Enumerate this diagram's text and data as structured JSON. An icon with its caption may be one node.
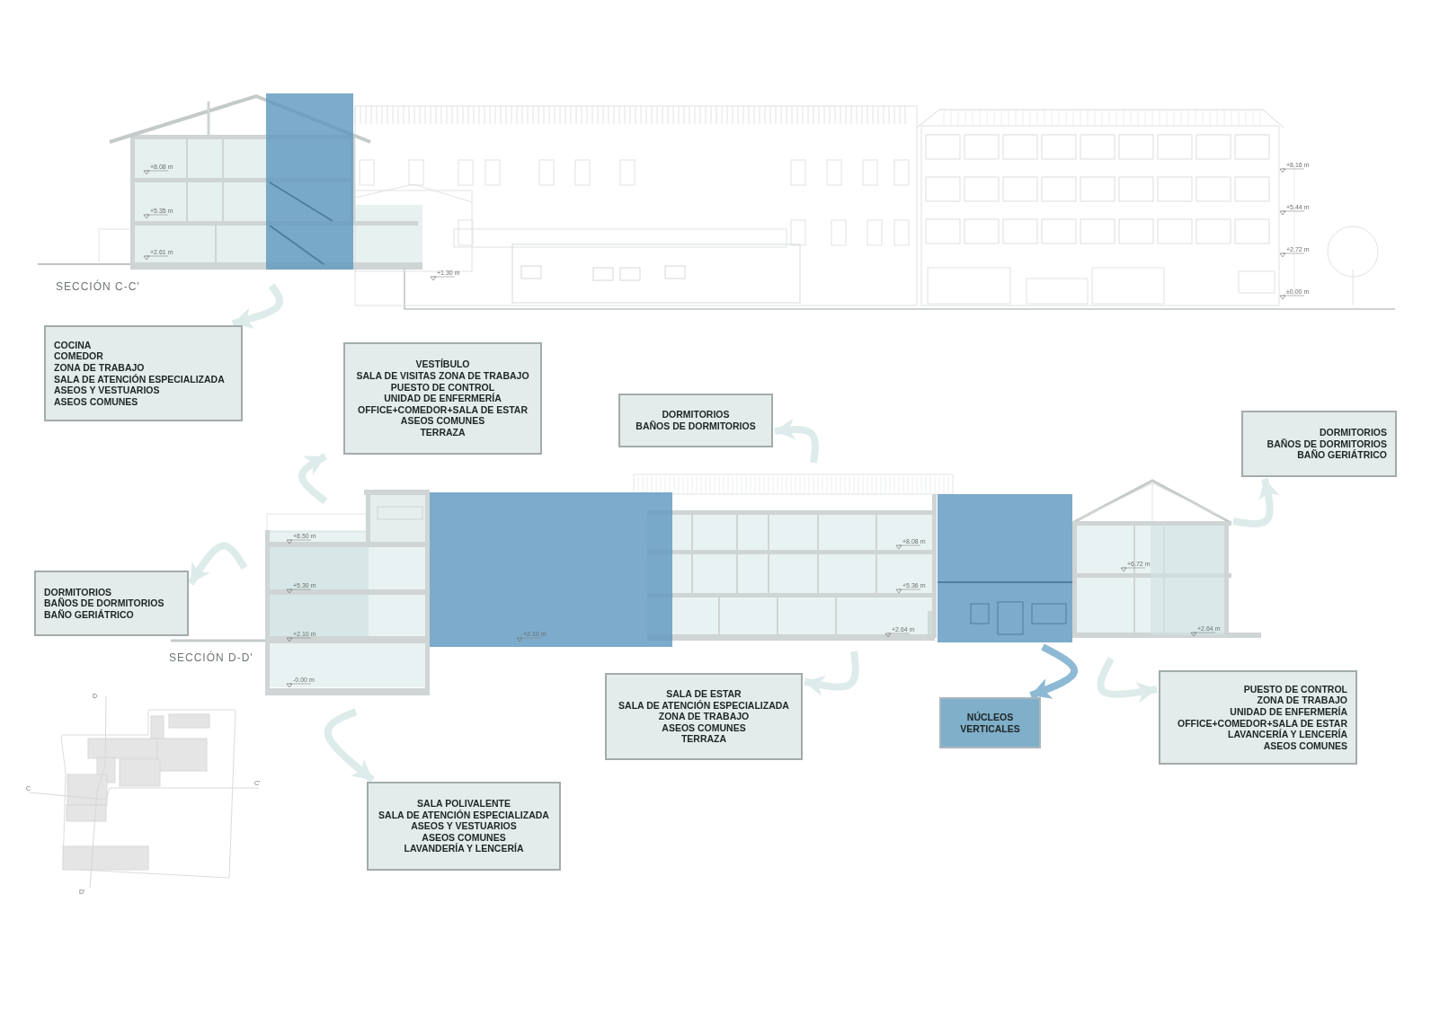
{
  "diagram": {
    "nodes": [
      {
        "text": [
          "COCINA",
          "COMEDOR",
          "ZONA DE TRABAJO",
          "SALA DE ATENCIÓN ESPECIALIZADA",
          "ASEOS Y VESTUARIOS",
          "ASEOS COMUNES"
        ]
      },
      {
        "text": [
          "VESTÍBULO",
          "SALA DE VISITAS ZONA DE TRABAJO",
          "PUESTO DE CONTROL",
          "UNIDAD DE ENFERMERÍA",
          "OFFICE+COMEDOR+SALA DE ESTAR",
          "ASEOS COMUNES",
          "TERRAZA"
        ]
      },
      {
        "text": [
          "DORMITORIOS",
          "BAÑOS DE DORMITORIOS"
        ]
      },
      {
        "text": [
          "DORMITORIOS",
          "BAÑOS DE DORMITORIOS",
          "BAÑO GERIÁTRICO"
        ]
      },
      {
        "text": [
          "DORMITORIOS",
          "BAÑOS DE DORMITORIOS",
          "BAÑO GERIÁTRICO"
        ]
      },
      {
        "text": [
          "SALA DE ESTAR",
          "SALA DE ATENCIÓN ESPECIALIZADA",
          "ZONA DE TRABAJO",
          "ASEOS COMUNES",
          "TERRAZA"
        ]
      },
      {
        "text": [
          "NÚCLEOS VERTICALES"
        ]
      },
      {
        "text": [
          "PUESTO DE CONTROL",
          "ZONA DE TRABAJO",
          "UNIDAD DE ENFERMERÍA",
          "OFFICE+COMEDOR+SALA DE ESTAR",
          "LAVANCERÍA Y LENCERÍA",
          "ASEOS COMUNES"
        ]
      },
      {
        "text": [
          "SALA POLIVALENTE",
          "SALA DE ATENCIÓN ESPECIALIZADA",
          "ASEOS Y VESTUARIOS",
          "ASEOS COMUNES",
          "LAVANDERÍA Y LENCERÍA"
        ]
      }
    ],
    "edges": [
      {
        "from": null,
        "to": 0,
        "arrow": "to"
      },
      {
        "from": null,
        "to": 1,
        "arrow": "to"
      },
      {
        "from": null,
        "to": 2,
        "arrow": "to"
      },
      {
        "from": null,
        "to": 3,
        "arrow": "to"
      },
      {
        "from": null,
        "to": 4,
        "arrow": "to"
      },
      {
        "from": null,
        "to": 5,
        "arrow": "to"
      },
      {
        "from": null,
        "to": 6,
        "arrow": "to",
        "color": "#8db9d4"
      },
      {
        "from": null,
        "to": 7,
        "arrow": "to"
      },
      {
        "from": null,
        "to": 8,
        "arrow": "to"
      }
    ],
    "labels": [
      "+8.08 m",
      "+5.35 m",
      "+2.61 m",
      "+1.30 m",
      "+8.16 m",
      "+5.44 m",
      "+2.72 m",
      "±0.00 m",
      "SECCIÓN  C-C'",
      "+8.50 m",
      "+8.08 m",
      "+6.72 m",
      "+5.30 m",
      "+5.36 m",
      "+2.10 m",
      "+2.10 m",
      "+2.64 m",
      "+2.64 m",
      "SECCIÓN  D-D'",
      "-0.00 m",
      "D",
      "C",
      "C'",
      "D'"
    ]
  }
}
